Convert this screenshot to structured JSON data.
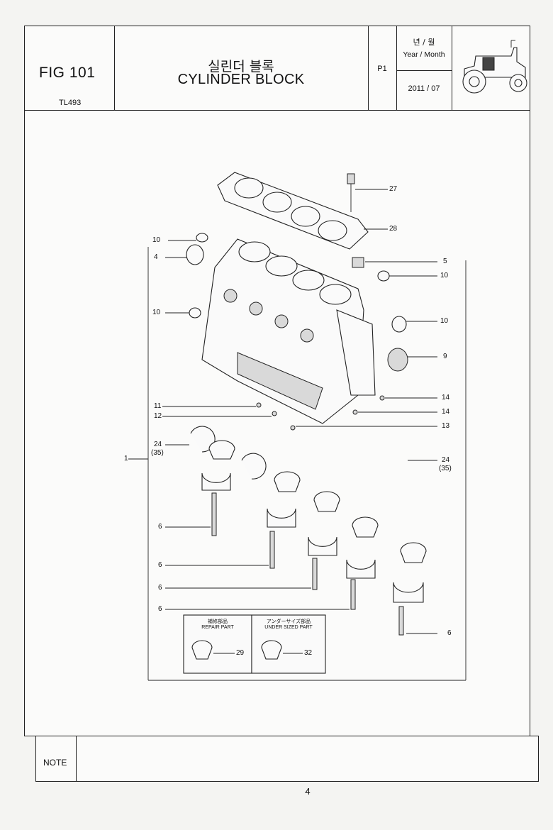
{
  "header": {
    "figure": "FIG 101",
    "model": "TL493",
    "title_ko": "실린더 블록",
    "title_en": "CYLINDER BLOCK",
    "page_code": "P1",
    "ym_ko": "년 / 월",
    "ym_en": "Year / Month",
    "date": "2011 / 07",
    "machine_icon": "tractor-icon"
  },
  "diagram": {
    "callouts": {
      "c27": "27",
      "c28": "28",
      "c10a": "10",
      "c4": "4",
      "c10b": "10",
      "c5": "5",
      "c10c": "10",
      "c10d": "10",
      "c9": "9",
      "c11": "11",
      "c12": "12",
      "c14a": "14",
      "c14b": "14",
      "c13": "13",
      "c24a": "24",
      "c35a": "(35)",
      "c1": "1",
      "c24b": "24",
      "c35b": "(35)",
      "c6a": "6",
      "c6b": "6",
      "c6c": "6",
      "c6d": "6",
      "c6e": "6",
      "c29": "29",
      "c32": "32"
    },
    "inset": {
      "repair_ja": "補修部品",
      "repair_en": "REPAIR PART",
      "under_ja": "アンダーサイズ部品",
      "under_en": "UNDER SIZED PART"
    }
  },
  "footer": {
    "note_label": "NOTE",
    "page_number": "4"
  }
}
